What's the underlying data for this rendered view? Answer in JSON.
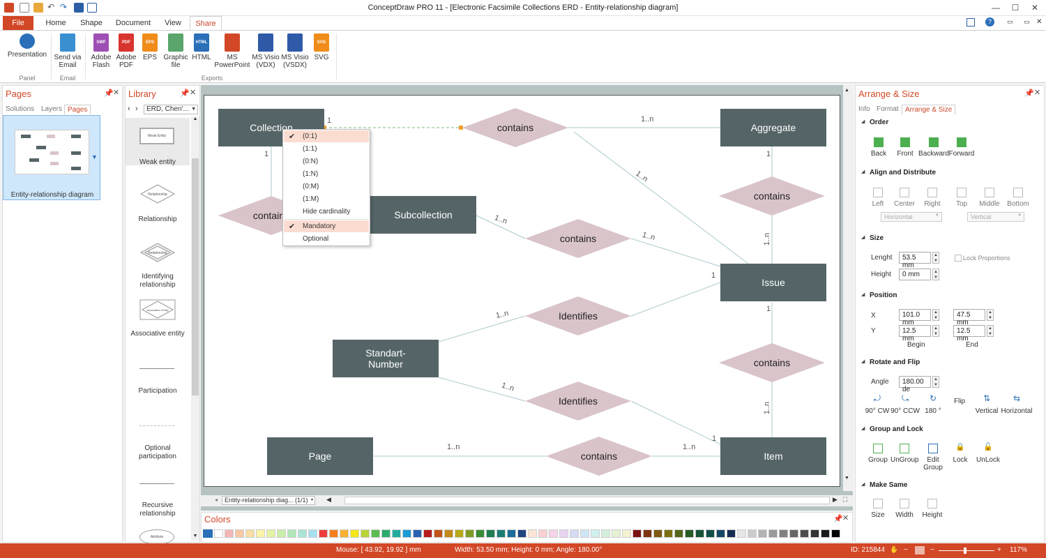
{
  "app": {
    "title": "ConceptDraw PRO 11 - [Electronic Facsimile Collections ERD - Entity-relationship diagram]"
  },
  "tabs": [
    "File",
    "Home",
    "Shape",
    "Document",
    "View",
    "Share"
  ],
  "ribbon": {
    "buttons": [
      {
        "label": "Presentation",
        "icon": "presentation-icon"
      },
      {
        "label": "Send via Email",
        "icon": "email-icon"
      },
      {
        "label": "Adobe Flash",
        "icon": "swf-icon",
        "tag": "SWF"
      },
      {
        "label": "Adobe PDF",
        "icon": "pdf-icon",
        "tag": "PDF"
      },
      {
        "label": "EPS",
        "icon": "eps-icon",
        "tag": "EPS"
      },
      {
        "label": "Graphic file",
        "icon": "image-icon"
      },
      {
        "label": "HTML",
        "icon": "html-icon",
        "tag": "HTML"
      },
      {
        "label": "MS PowerPoint",
        "icon": "powerpoint-icon"
      },
      {
        "label": "MS Visio (VDX)",
        "icon": "visio-icon"
      },
      {
        "label": "MS Visio (VSDX)",
        "icon": "visio-icon"
      },
      {
        "label": "SVG",
        "icon": "svg-icon",
        "tag": "SVG"
      }
    ],
    "groups": [
      "Panel",
      "Email",
      "Exports"
    ]
  },
  "pages_panel": {
    "title": "Pages",
    "subtabs": [
      "Solutions",
      "Layers",
      "Pages"
    ],
    "page_name": "Entity-relationship diagram"
  },
  "library_panel": {
    "title": "Library",
    "selector": "ERD, Chen'...",
    "items": [
      "Weak entity",
      "Relationship",
      "Identifying relationship",
      "Associative entity",
      "Participation",
      "Optional participation",
      "Recursive relationship"
    ],
    "thumb_labels": [
      "Weak Entity",
      "Relationship",
      "Relationship",
      "Associative Entity",
      "Attribute"
    ]
  },
  "diagram": {
    "entities": [
      "Collection",
      "Aggregate",
      "Subcollection",
      "Issue",
      "Standart-Number",
      "Page",
      "Item"
    ],
    "relationships": [
      "contains",
      "contains",
      "contains",
      "contains",
      "Identifies",
      "contains",
      "Identifies",
      "contains"
    ],
    "cardinalities": [
      "1",
      "1..n",
      "1",
      "1",
      "1..n",
      "1..n",
      "1..n",
      "1..n",
      "1",
      "1..n",
      "1..n",
      "1",
      "1..n",
      "1..n",
      "1..n",
      "1"
    ]
  },
  "context_menu": {
    "items": [
      "(0:1)",
      "(1:1)",
      "(0:N)",
      "(1:N)",
      "(0:M)",
      "(1:M)",
      "Hide cardinality",
      "Mandatory",
      "Optional"
    ],
    "checked": [
      "(0:1)",
      "Mandatory"
    ]
  },
  "page_nav": {
    "tab": "Entity-relationship diag... (1/1)"
  },
  "colors_panel": {
    "title": "Colors",
    "swatches": [
      "#ffffff",
      "#f4b7b7",
      "#f7c8a2",
      "#f8dfa5",
      "#fbf5a6",
      "#e3f3a5",
      "#c9eeab",
      "#b1e7b8",
      "#a9e4d7",
      "#a6e0ef",
      "#ee3b3b",
      "#f57f1f",
      "#f9b233",
      "#f6e71b",
      "#b7d43a",
      "#5cbc4f",
      "#2bab6e",
      "#23ab9d",
      "#1c9ad6",
      "#2962af",
      "#b71c1c",
      "#c15418",
      "#c28a19",
      "#b9a918",
      "#7f9a24",
      "#3a8a36",
      "#1f7e52",
      "#1b7d74",
      "#1a6d9a",
      "#1f4681",
      "#fbe5d6",
      "#f9d0d0",
      "#f5d4e8",
      "#e7d4f0",
      "#d6daf3",
      "#cfe6f6",
      "#d0efef",
      "#d3f0dd",
      "#e4f2d2",
      "#f3f1cf",
      "#7a1212",
      "#7c3410",
      "#7d5a12",
      "#7b7110",
      "#54661a",
      "#265a24",
      "#165235",
      "#124f4a",
      "#134764",
      "#142d53",
      "#e6e6e6",
      "#cccccc",
      "#b3b3b3",
      "#999999",
      "#808080",
      "#666666",
      "#4d4d4d",
      "#333333",
      "#1a1a1a",
      "#000000"
    ]
  },
  "arrange_panel": {
    "title": "Arrange & Size",
    "subtabs": [
      "Info",
      "Format",
      "Arrange & Size"
    ],
    "order": {
      "title": "Order",
      "buttons": [
        "Back",
        "Front",
        "Backward",
        "Forward"
      ]
    },
    "align": {
      "title": "Align and Distribute",
      "buttons": [
        "Left",
        "Center",
        "Right",
        "Top",
        "Middle",
        "Bottom"
      ],
      "horizontal": "Horizontal",
      "vertical": "Vertical"
    },
    "size": {
      "title": "Size",
      "length_label": "Lenght",
      "length": "53.5 mm",
      "height_label": "Height",
      "height": "0 mm",
      "lock": "Lock Proportions"
    },
    "position": {
      "title": "Position",
      "x_label": "X",
      "y_label": "Y",
      "begin_x": "101.0 mm",
      "begin_y": "12.5 mm",
      "end_x": "47.5 mm",
      "end_y": "12.5 mm",
      "begin": "Begin",
      "end": "End"
    },
    "rotate": {
      "title": "Rotate and Flip",
      "angle_label": "Angle",
      "angle": "180.00 de",
      "buttons": [
        "90° CW",
        "90° CCW",
        "180 °"
      ],
      "flip": "Flip",
      "flip_buttons": [
        "Vertical",
        "Horizontal"
      ]
    },
    "group": {
      "title": "Group and Lock",
      "buttons": [
        "Group",
        "UnGroup",
        "Edit Group",
        "Lock",
        "UnLock"
      ]
    },
    "make_same": {
      "title": "Make Same",
      "buttons": [
        "Size",
        "Width",
        "Height"
      ]
    }
  },
  "status": {
    "mouse": "Mouse: [ 43.92, 19.92 ] mm",
    "dims": "Width: 53.50 mm;  Height: 0 mm;  Angle: 180.00°",
    "id": "ID: 215844",
    "zoom": "117%"
  }
}
